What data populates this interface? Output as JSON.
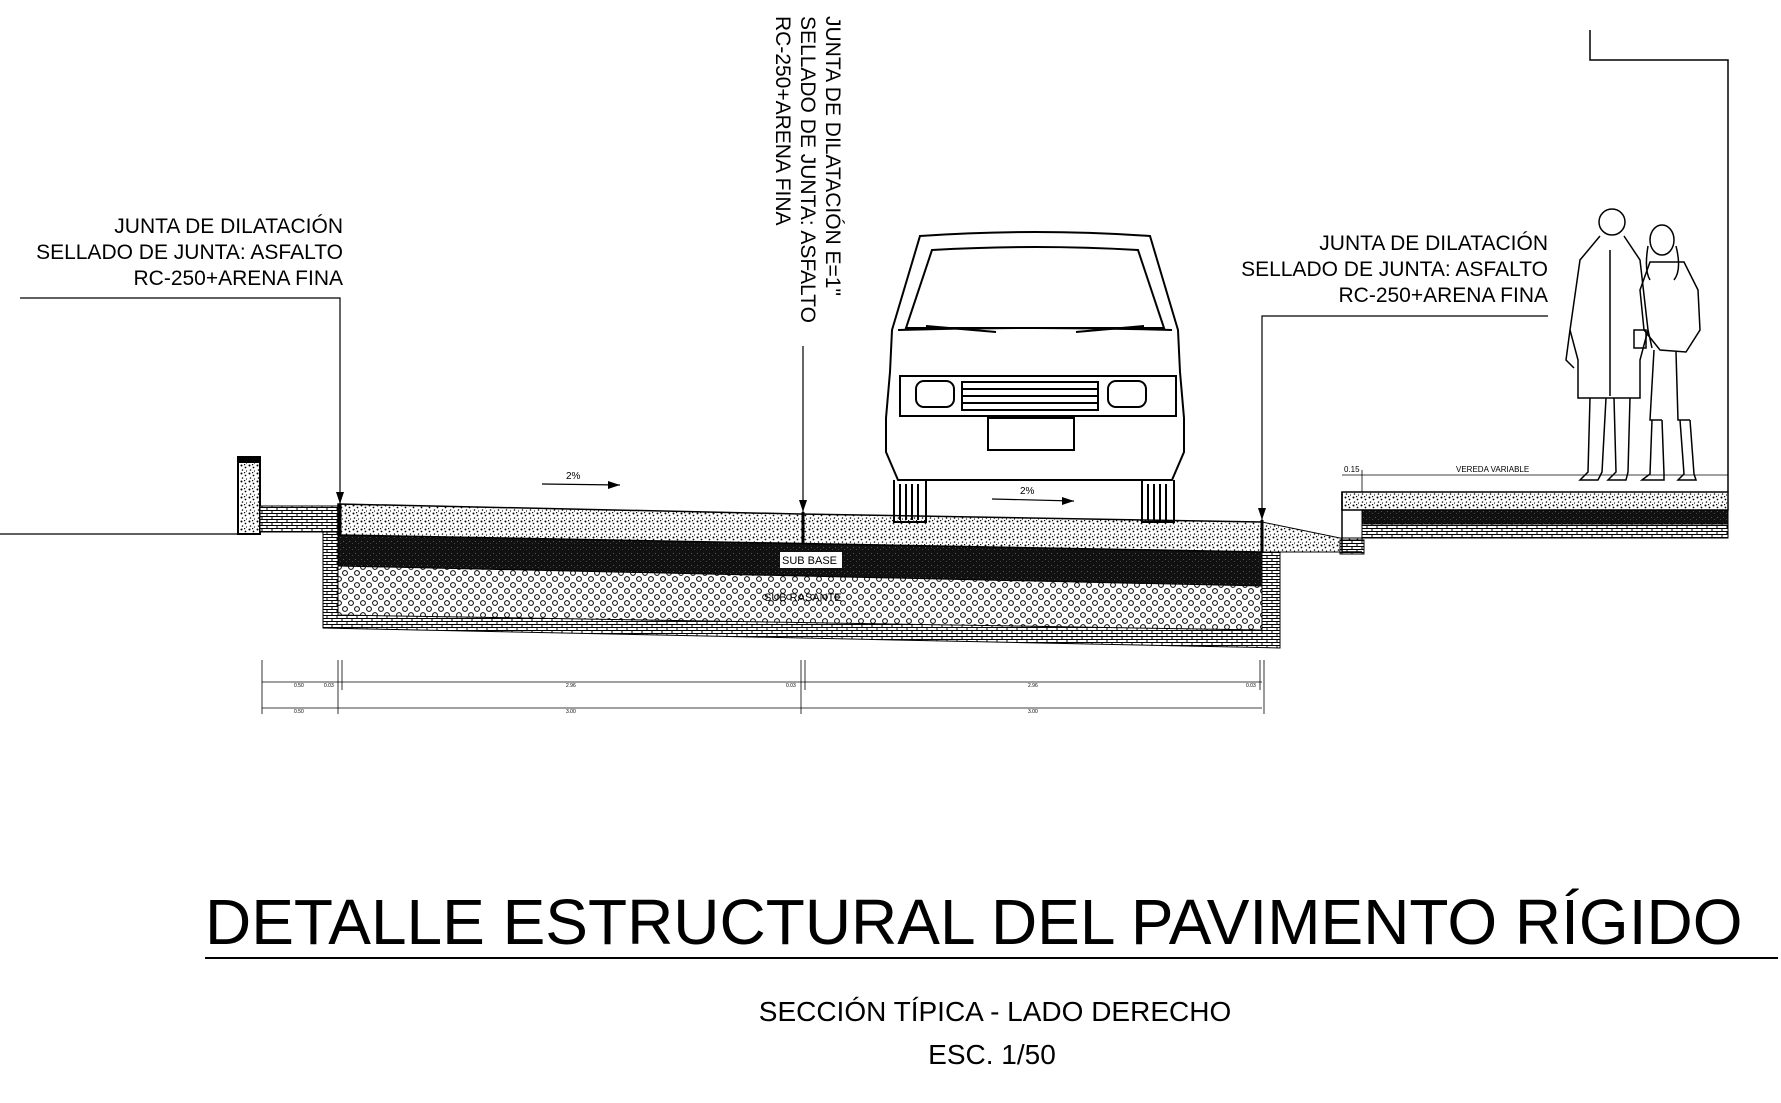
{
  "notes": {
    "left_joint": [
      "JUNTA DE DILATACIÓN",
      "SELLADO DE JUNTA: ASFALTO",
      "RC-250+ARENA FINA"
    ],
    "center_joint": [
      "JUNTA DE DILATACIÓN E=1\"",
      "SELLADO DE JUNTA: ASFALTO",
      "RC-250+ARENA FINA"
    ],
    "right_joint": [
      "JUNTA DE DILATACIÓN",
      "SELLADO DE JUNTA: ASFALTO",
      "RC-250+ARENA FINA"
    ]
  },
  "layers": {
    "sub_base": "SUB BASE",
    "sub_rasante": "SUB RASANTE"
  },
  "slopes": {
    "left": "2%",
    "right": "2%"
  },
  "sidewalk": {
    "dim": "0.15",
    "label": "VEREDA VARIABLE"
  },
  "dimensions": {
    "row1": [
      "0.50",
      "0.03",
      "2.96",
      "0.03",
      "2.96",
      "0.03"
    ],
    "row2": [
      "0.50",
      "3.00",
      "3.00"
    ]
  },
  "title": "DETALLE ESTRUCTURAL DEL PAVIMENTO RÍGIDO",
  "subtitle": "SECCIÓN TÍPICA - LADO DERECHO",
  "scale": "ESC. 1/50",
  "colors": {
    "line": "#000000",
    "background": "#ffffff"
  }
}
